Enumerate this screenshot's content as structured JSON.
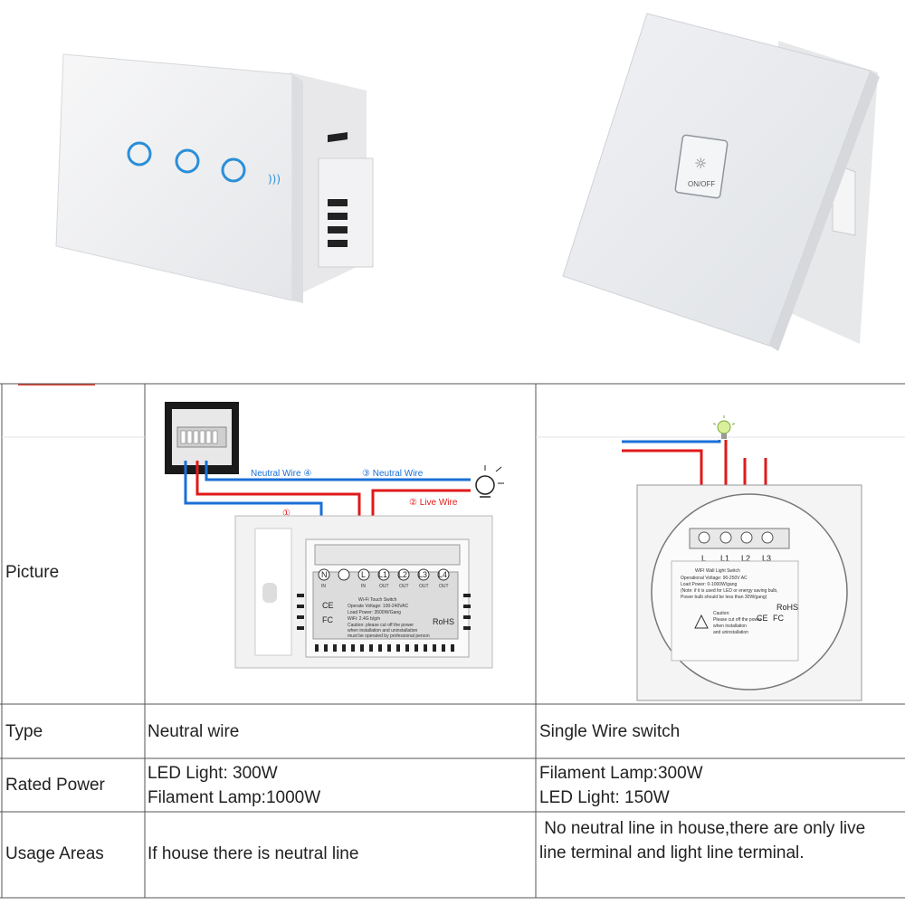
{
  "products": {
    "left_switch": {
      "gangs": 3
    },
    "right_switch": {
      "button_label": "ON/OFF"
    }
  },
  "table": {
    "rows": [
      {
        "label": "Picture"
      },
      {
        "label": "Type",
        "neutral": [
          "Neutral wire"
        ],
        "single": [
          "Single Wire switch"
        ]
      },
      {
        "label": "Rated Power",
        "neutral": [
          "LED Light: 300W",
          "Filament Lamp:1000W"
        ],
        "single": [
          "Filament Lamp:300W",
          "LED Light: 150W"
        ]
      },
      {
        "label": "Usage Areas",
        "neutral": [
          "If house there is neutral line"
        ],
        "single": [
          " No neutral line in house,there are only live",
          "line terminal and light line terminal."
        ]
      }
    ]
  },
  "diagram_neutral": {
    "labels": {
      "neutral_wire_4": "Neutral Wire ④",
      "neutral_wire_3": "③ Neutral Wire",
      "live_wire_2": "② Live Wire",
      "circle_1": "①"
    },
    "terminals": [
      "N",
      "",
      "L",
      "L1",
      "L2",
      "L3",
      "L4"
    ],
    "terminal_sub": [
      "IN",
      "",
      "IN",
      "OUT",
      "OUT",
      "OUT",
      "OUT"
    ],
    "device_text": [
      "Wi-Fi Touch Switch",
      "Operate Voltage: 100-240VAC",
      "Load Power: 3500W/Gang",
      "WiFi: 2.4G b/g/n",
      "Caution: please cut off the power",
      "when installation and uninstallation",
      "must be operated by professional person"
    ],
    "marks": [
      "CE",
      "FC",
      "RoHS"
    ]
  },
  "diagram_single": {
    "terminals": [
      "L",
      "L1",
      "L2",
      "L3"
    ],
    "device_text": [
      "WIFI Wall Light Switch",
      "Operational Voltage: 90-250V AC",
      "Load Power: 0-1000W/gang",
      "(Note: if it is used for LED or energy saving bulb,",
      "Power bulb should be less than 30W/gang)",
      "Caution:",
      "Please cut off the power",
      "when installation",
      "and uninstallation"
    ],
    "marks": [
      "CE",
      "FC",
      "RoHS"
    ]
  },
  "colors": {
    "live": "#e01a1a",
    "neutral": "#1a6fd6",
    "led": "#2a8fd8"
  }
}
